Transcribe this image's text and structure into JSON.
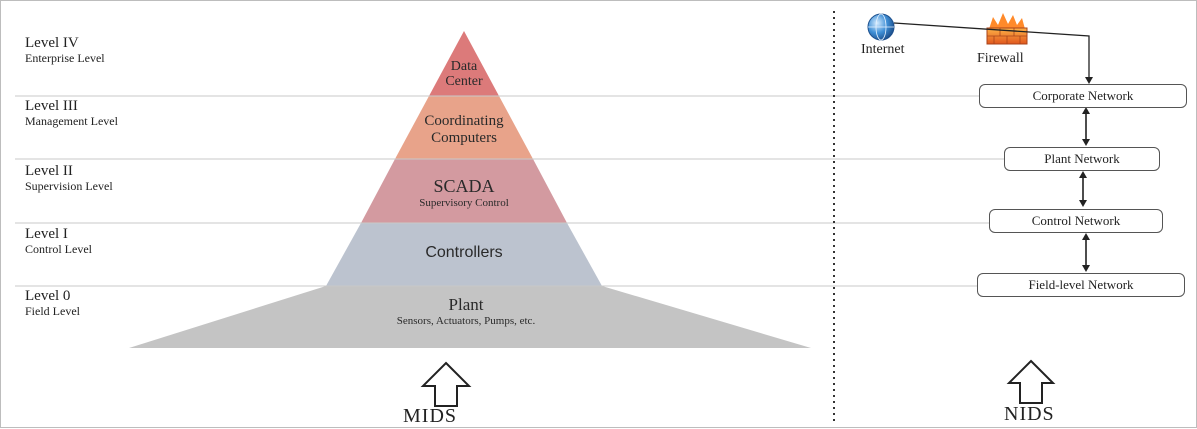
{
  "levels": [
    {
      "number": "Level IV",
      "name": "Enterprise Level"
    },
    {
      "number": "Level III",
      "name": "Management Level"
    },
    {
      "number": "Level II",
      "name": "Supervision Level"
    },
    {
      "number": "Level I",
      "name": "Control Level"
    },
    {
      "number": "Level 0",
      "name": "Field Level"
    }
  ],
  "pyramid": {
    "tier4_line1": "Data",
    "tier4_line2": "Center",
    "tier3_line1": "Coordinating",
    "tier3_line2": "Computers",
    "tier2_title": "SCADA",
    "tier2_subtitle": "Supervisory Control",
    "tier1_title": "Controllers",
    "tier0_title": "Plant",
    "tier0_subtitle": "Sensors, Actuators, Pumps, etc."
  },
  "network": {
    "internet_label": "Internet",
    "firewall_label": "Firewall",
    "corporate": "Corporate Network",
    "plant": "Plant Network",
    "control": "Control Network",
    "field": "Field-level Network"
  },
  "ids": {
    "mids": "MIDS",
    "nids": "NIDS"
  },
  "colors": {
    "tier4": "#dc7a7a",
    "tier3": "#e8a38a",
    "tier2": "#d39aa0",
    "tier1": "#bcc3cf",
    "tier0": "#c4c4c4"
  }
}
